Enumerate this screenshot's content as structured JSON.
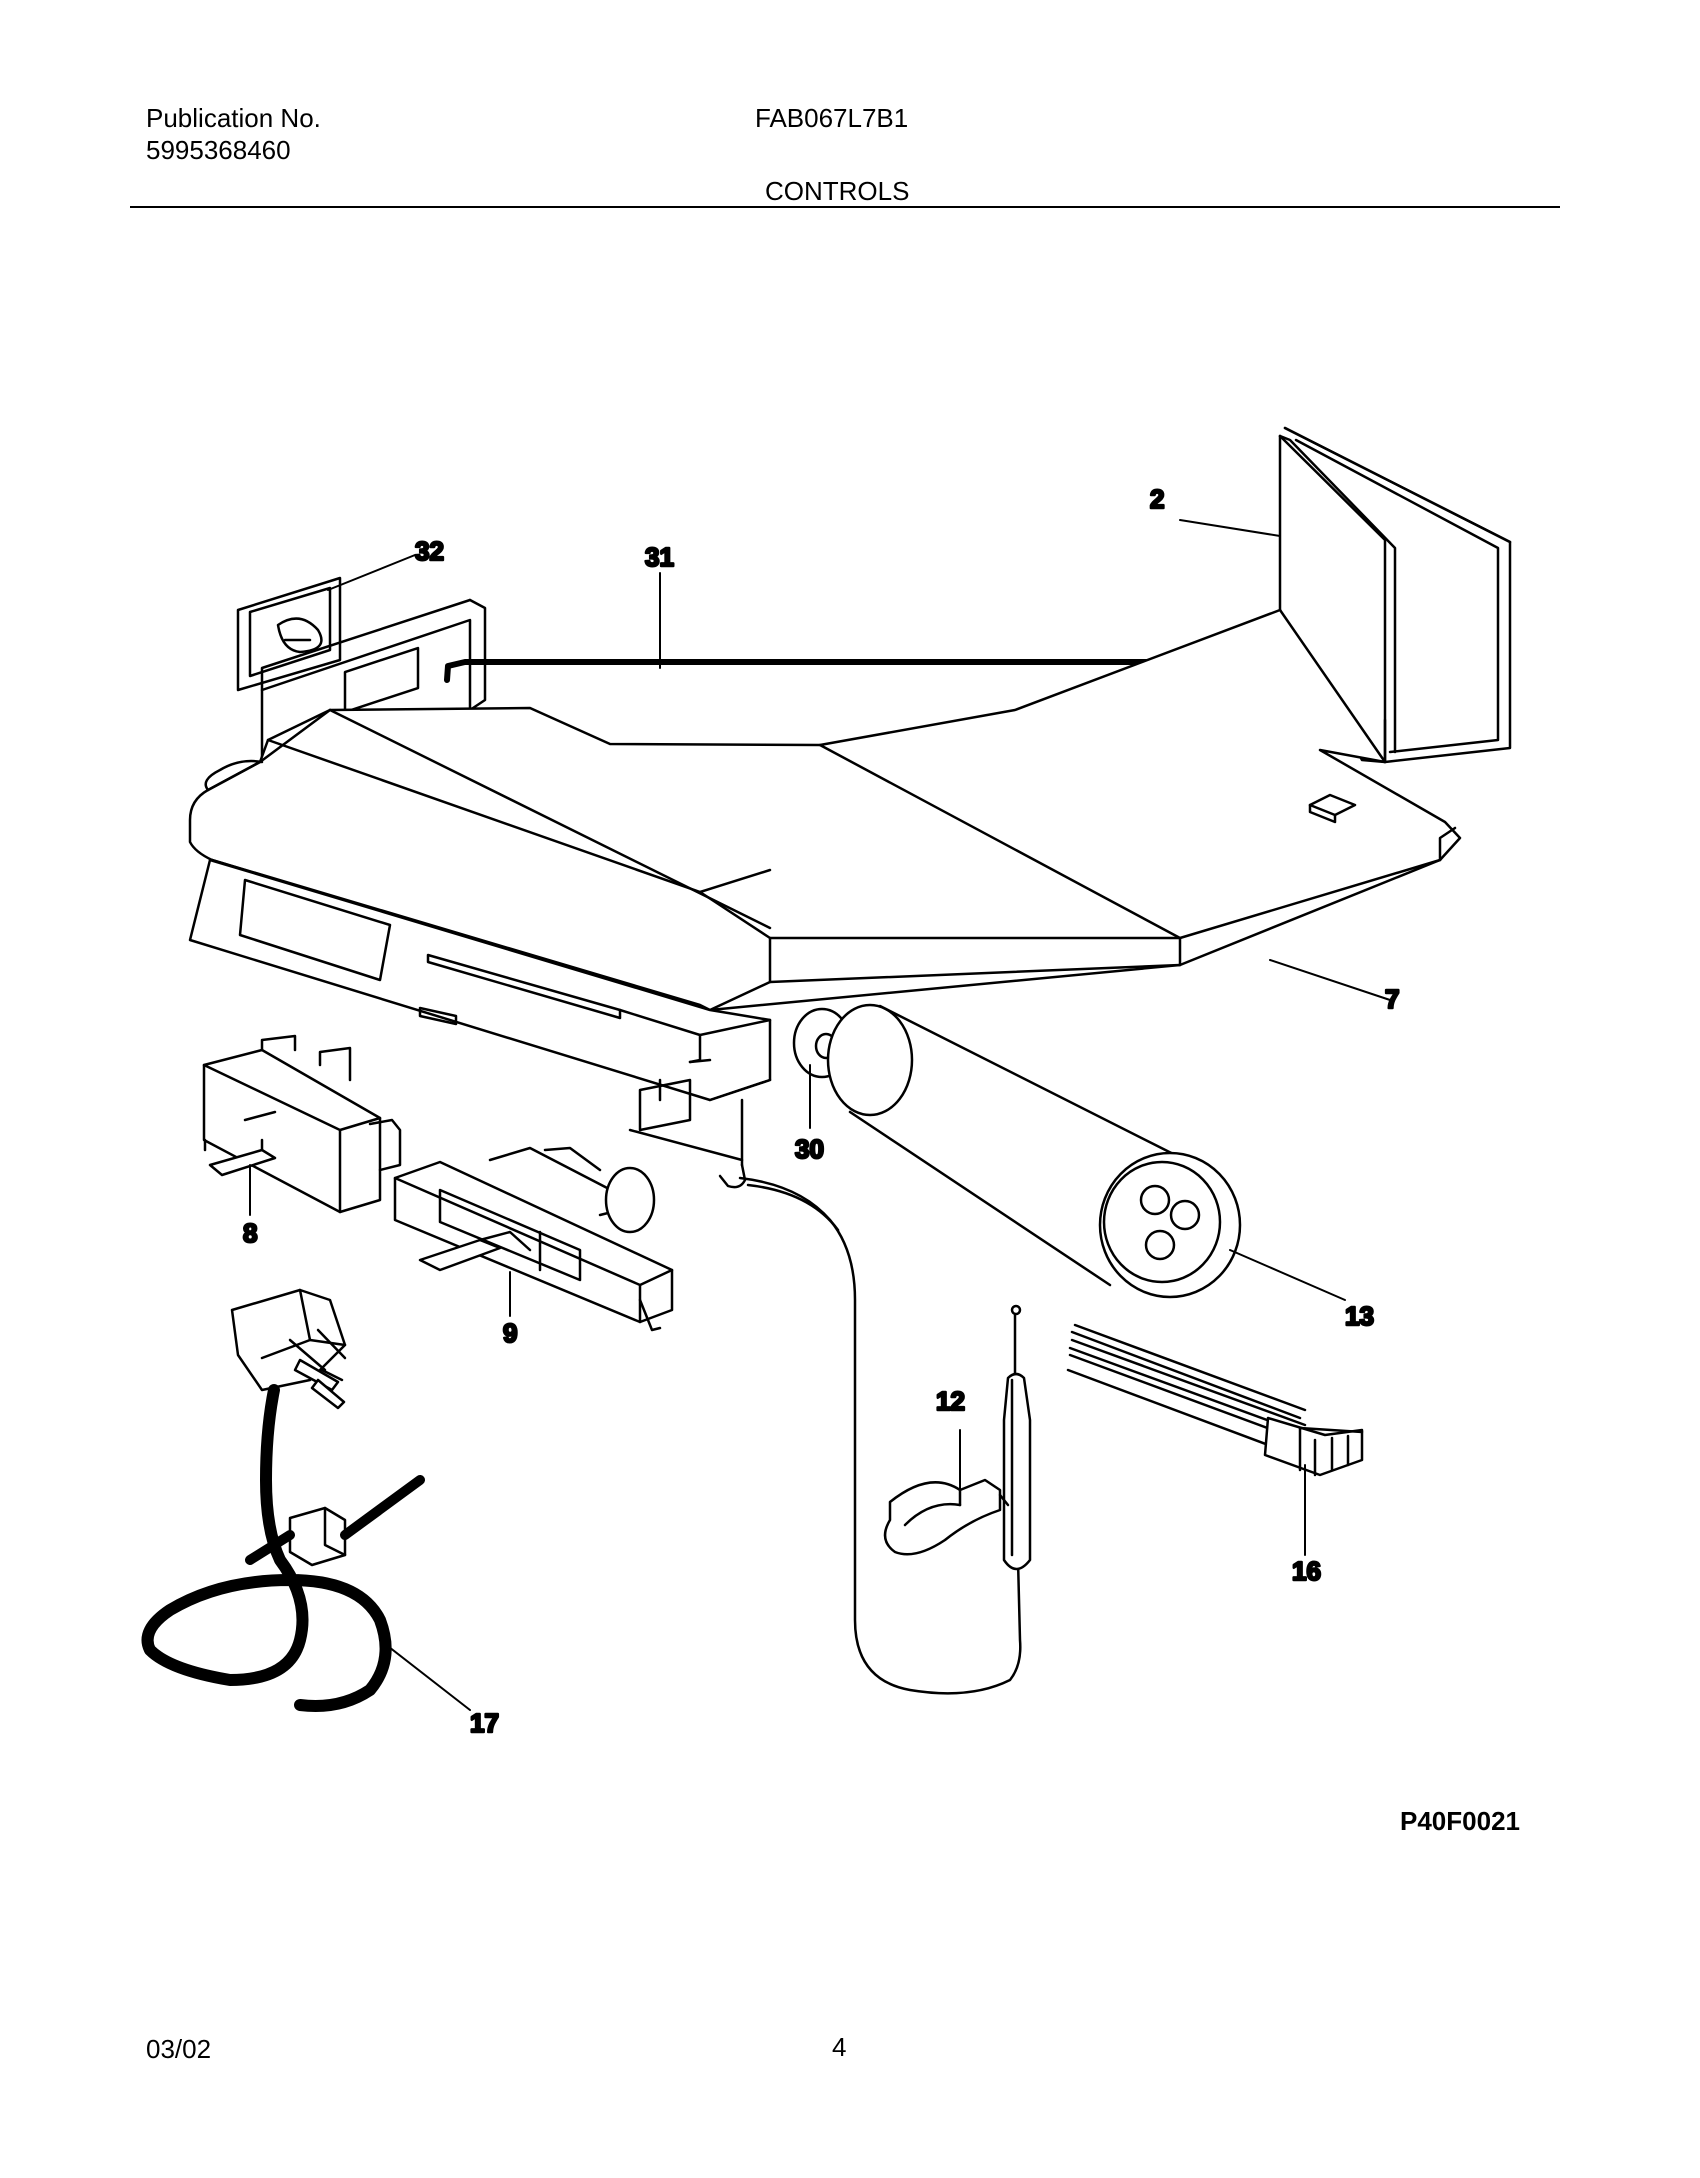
{
  "header": {
    "publication_label": "Publication No.",
    "publication_number": "5995368460",
    "model": "FAB067L7B1",
    "section_title": "CONTROLS"
  },
  "diagram": {
    "callouts": {
      "c2": "2",
      "c7": "7",
      "c8": "8",
      "c9": "9",
      "c12": "12",
      "c13": "13",
      "c16": "16",
      "c17": "17",
      "c30": "30",
      "c31": "31",
      "c32": "32"
    },
    "illustration_code": "P40F0021"
  },
  "footer": {
    "date": "03/02",
    "page_number": "4"
  }
}
